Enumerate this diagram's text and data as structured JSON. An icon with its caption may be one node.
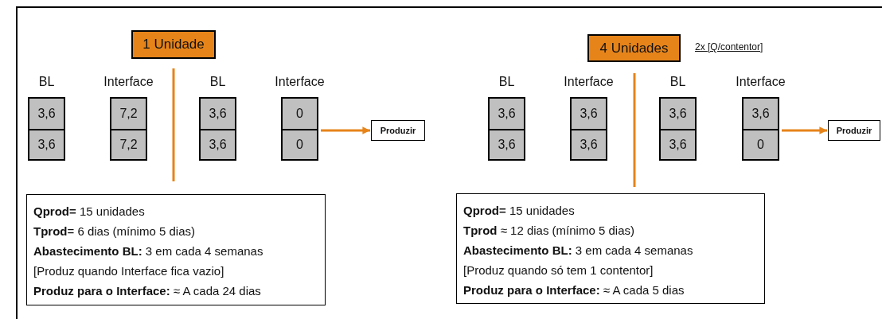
{
  "diagram": {
    "nodes": [
      {
        "text": [
          "1 Unidade"
        ]
      },
      {
        "text": [
          "4 Unidades"
        ]
      },
      {
        "text": [],
        "shape": "box",
        "beside": [
          "BL"
        ]
      },
      {
        "text": [
          "3,6"
        ],
        "in": 2
      },
      {
        "text": [
          "3,6"
        ],
        "in": 2
      },
      {
        "text": [],
        "shape": "box",
        "beside": [
          "Interface"
        ]
      },
      {
        "text": [
          "7,2"
        ],
        "in": 5
      },
      {
        "text": [
          "7,2"
        ],
        "in": 5
      },
      {
        "text": [],
        "shape": "box",
        "beside": [
          "BL"
        ]
      },
      {
        "text": [
          "3,6"
        ],
        "in": 8
      },
      {
        "text": [
          "3,6"
        ],
        "in": 8
      },
      {
        "text": [],
        "shape": "box",
        "beside": [
          "Interface"
        ]
      },
      {
        "text": [
          "0"
        ],
        "in": 11
      },
      {
        "text": [
          "0"
        ],
        "in": 11
      },
      {
        "text": [
          "Produzir"
        ]
      },
      {
        "text": [],
        "shape": "box",
        "beside": [
          "BL"
        ]
      },
      {
        "text": [
          "3,6"
        ],
        "in": 15
      },
      {
        "text": [
          "3,6"
        ],
        "in": 15
      },
      {
        "text": [],
        "shape": "box",
        "beside": [
          "Interface"
        ]
      },
      {
        "text": [
          "3,6"
        ],
        "in": 18
      },
      {
        "text": [
          "3,6"
        ],
        "in": 18
      },
      {
        "text": [],
        "shape": "box",
        "beside": [
          "BL"
        ]
      },
      {
        "text": [
          "3,6"
        ],
        "in": 21
      },
      {
        "text": [
          "3,6"
        ],
        "in": 21
      },
      {
        "text": [],
        "shape": "box",
        "beside": [
          "Interface"
        ]
      },
      {
        "text": [
          "3,6"
        ],
        "in": 24
      },
      {
        "text": [
          "0"
        ],
        "in": 24
      },
      {
        "text": [
          "Produzir"
        ]
      },
      {
        "text": [
          "**Qprod=** 15 unidades",
          "**Tprod**= 6 dias (mínimo 5 dias)",
          "**Abastecimento BL:** 3 em cada 4 semanas",
          "[Produz quando Interface fica vazio]",
          "**Produz para o Interface:** ≈ A cada 24 dias"
        ]
      },
      {
        "text": [
          "**Qprod=** 15 unidades",
          "**Tprod** ≈ 12 dias (mínimo 5 dias)",
          "**Abastecimento BL:** 3 em cada 4 semanas",
          "[Produz quando só tem 1 contentor]",
          "**Produz para o Interface:** ≈ A cada 5 dias"
        ]
      }
    ],
    "edges": [
      {
        "from": 11,
        "to": 14,
        "arrow": "to"
      },
      {
        "from": 24,
        "to": 27,
        "arrow": "to"
      }
    ],
    "labels": [
      "2x [Q/contentor]"
    ]
  }
}
